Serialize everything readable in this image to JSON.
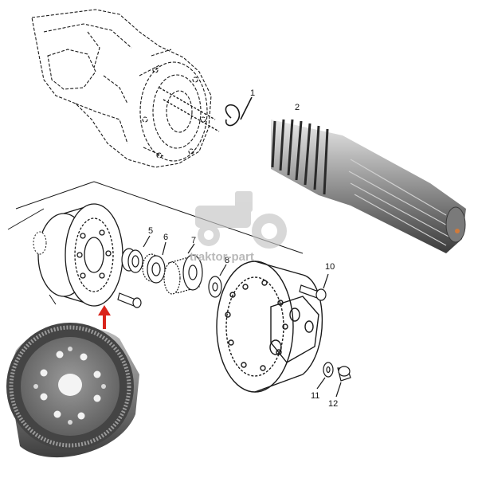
{
  "callouts": [
    "1",
    "2",
    "5",
    "6",
    "7",
    "8",
    "10",
    "11",
    "12"
  ],
  "watermark": {
    "text": "traktor-part"
  },
  "colors": {
    "arrow": "#d9241b",
    "line": "#1a1a1a",
    "photo_metal": "#8a8a8a",
    "watermark": "#c4c4c4"
  }
}
